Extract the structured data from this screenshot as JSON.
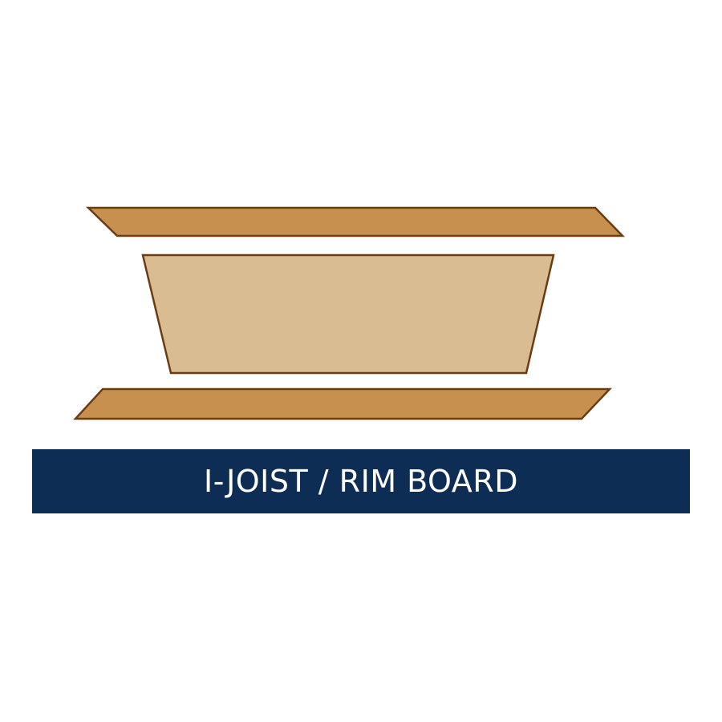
{
  "product": {
    "label": "I-JOIST / RIM BOARD"
  },
  "colors": {
    "flange_fill": "#c8904f",
    "flange_stroke": "#6b3c14",
    "web_fill": "#d9bc92",
    "web_stroke": "#6b3c14",
    "banner_background": "#0e2d55",
    "banner_text": "#ffffff",
    "page_background": "#ffffff"
  },
  "icon": {
    "name": "i-joist-cross-section-icon",
    "parts": [
      "top-flange",
      "web",
      "bottom-flange"
    ]
  }
}
